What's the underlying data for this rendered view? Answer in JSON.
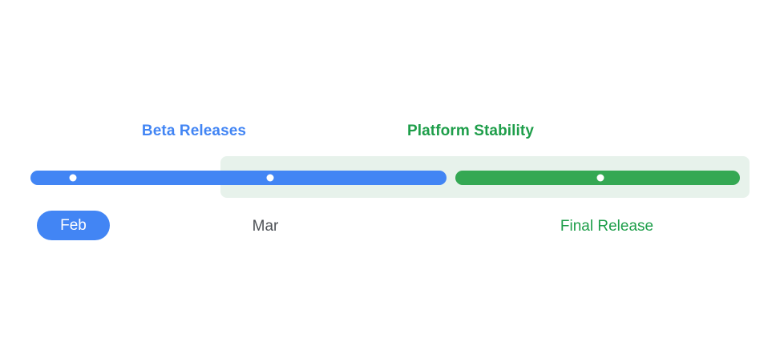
{
  "diagram": {
    "type": "release-timeline",
    "phases": {
      "beta": {
        "label": "Beta Releases",
        "title_color": "#4285f4",
        "bar_color": "#4285f4"
      },
      "stability": {
        "label": "Platform Stability",
        "title_color": "#1e9e4a",
        "bar_color": "#34a853",
        "panel_color": "#e7f2eb"
      }
    },
    "milestones": {
      "feb": {
        "label": "Feb",
        "style": "pill",
        "pill_color": "#4285f4",
        "text_color": "#ffffff"
      },
      "mar": {
        "label": "Mar",
        "style": "text",
        "text_color": "#4d5156"
      },
      "final": {
        "label": "Final Release",
        "style": "text",
        "text_color": "#1e9e4a"
      }
    },
    "marker_color": "#ffffff"
  }
}
